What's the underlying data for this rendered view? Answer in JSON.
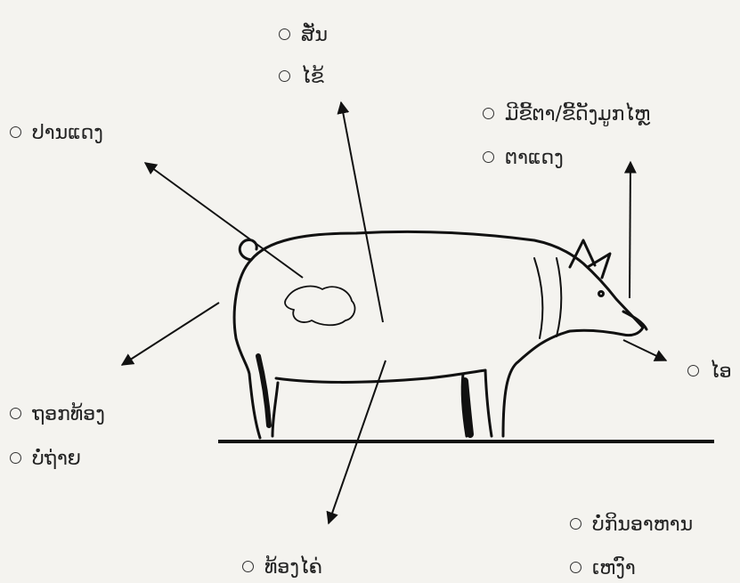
{
  "symptoms": {
    "top": [
      "ສັ່ນ",
      "ໄຂ້"
    ],
    "eye_right": [
      "ມີຂີ້ຕາ/ຂີ້ດັງມູກໄຫຼ",
      "ຕາແດງ"
    ],
    "skin_left": [
      "ປານແດງ"
    ],
    "mouth_right": [
      "ໄອ"
    ],
    "rear_left": [
      "ຖອກທ້ອງ",
      "ບໍ່ຖ່າຍ"
    ],
    "belly_bottom": [
      "ທ້ອງໄຄ່"
    ],
    "bottom_right": [
      "ບໍ່ກິນອາຫານ",
      "ເຫງົາ"
    ]
  },
  "colors": {
    "ink": "#111111",
    "paper": "#f4f3ef"
  }
}
